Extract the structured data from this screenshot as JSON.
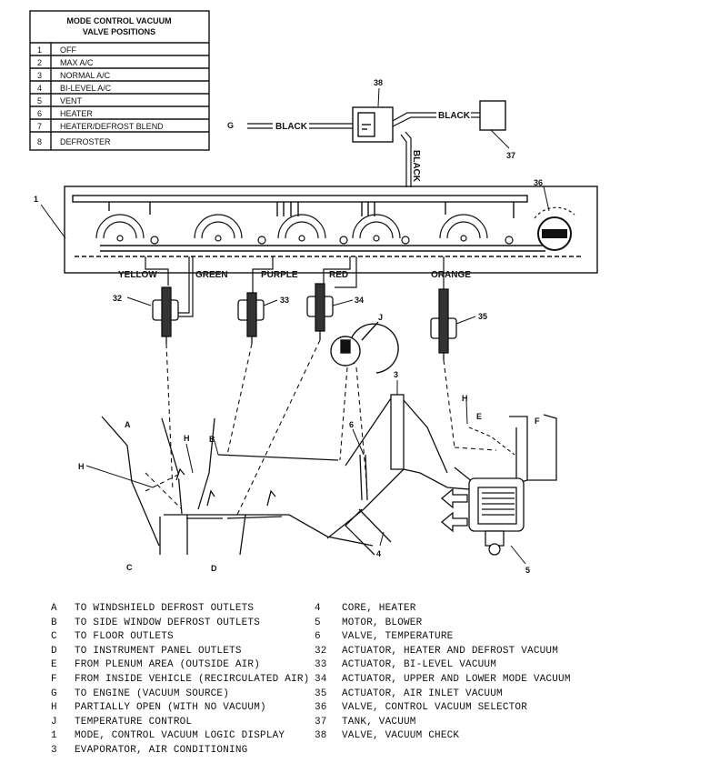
{
  "table": {
    "title_line1": "MODE CONTROL VACUUM",
    "title_line2": "VALVE POSITIONS",
    "rows": [
      {
        "n": "1",
        "label": "OFF"
      },
      {
        "n": "2",
        "label": "MAX A/C"
      },
      {
        "n": "3",
        "label": "NORMAL A/C"
      },
      {
        "n": "4",
        "label": "BI-LEVEL A/C"
      },
      {
        "n": "5",
        "label": "VENT"
      },
      {
        "n": "6",
        "label": "HEATER"
      },
      {
        "n": "7",
        "label": "HEATER/DEFROST BLEND"
      },
      {
        "n": "8",
        "label": "DEFROSTER"
      }
    ]
  },
  "hose_labels": {
    "black_g": "BLACK",
    "black_37": "BLACK",
    "black_vertical": "BLACK",
    "yellow": "YELLOW",
    "green": "GREEN",
    "purple": "PURPLE",
    "red": "RED",
    "orange": "ORANGE"
  },
  "callouts": {
    "c1": "1",
    "c3": "3",
    "c4": "4",
    "c5": "5",
    "c6": "6",
    "c32": "32",
    "c33": "33",
    "c34": "34",
    "c35": "35",
    "c36": "36",
    "c37": "37",
    "c38": "38",
    "A": "A",
    "B": "B",
    "C": "C",
    "D": "D",
    "E": "E",
    "F": "F",
    "G": "G",
    "H1": "H",
    "H2": "H",
    "H3": "H",
    "J": "J"
  },
  "legend_left": [
    {
      "key": "A",
      "text": "TO WINDSHIELD DEFROST OUTLETS"
    },
    {
      "key": "B",
      "text": "TO SIDE WINDOW DEFROST OUTLETS"
    },
    {
      "key": "C",
      "text": "TO FLOOR OUTLETS"
    },
    {
      "key": "D",
      "text": "TO INSTRUMENT PANEL OUTLETS"
    },
    {
      "key": "E",
      "text": "FROM PLENUM AREA (OUTSIDE AIR)"
    },
    {
      "key": "F",
      "text": "FROM INSIDE VEHICLE (RECIRCULATED AIR)"
    },
    {
      "key": "G",
      "text": "TO ENGINE (VACUUM SOURCE)"
    },
    {
      "key": "H",
      "text": "PARTIALLY OPEN (WITH NO VACUUM)"
    },
    {
      "key": "J",
      "text": "TEMPERATURE CONTROL"
    },
    {
      "key": "1",
      "text": "MODE, CONTROL VACUUM LOGIC DISPLAY"
    },
    {
      "key": "3",
      "text": "EVAPORATOR, AIR CONDITIONING"
    }
  ],
  "legend_right": [
    {
      "key": "4",
      "text": "CORE, HEATER"
    },
    {
      "key": "5",
      "text": "MOTOR, BLOWER"
    },
    {
      "key": "6",
      "text": "VALVE, TEMPERATURE"
    },
    {
      "key": "32",
      "text": "ACTUATOR, HEATER AND DEFROST VACUUM"
    },
    {
      "key": "33",
      "text": "ACTUATOR, BI-LEVEL VACUUM"
    },
    {
      "key": "34",
      "text": "ACTUATOR, UPPER AND LOWER MODE VACUUM"
    },
    {
      "key": "35",
      "text": "ACTUATOR, AIR INLET VACUUM"
    },
    {
      "key": "36",
      "text": "VALVE, CONTROL VACUUM SELECTOR"
    },
    {
      "key": "37",
      "text": "TANK, VACUUM"
    },
    {
      "key": "38",
      "text": "VALVE, VACUUM CHECK"
    }
  ]
}
